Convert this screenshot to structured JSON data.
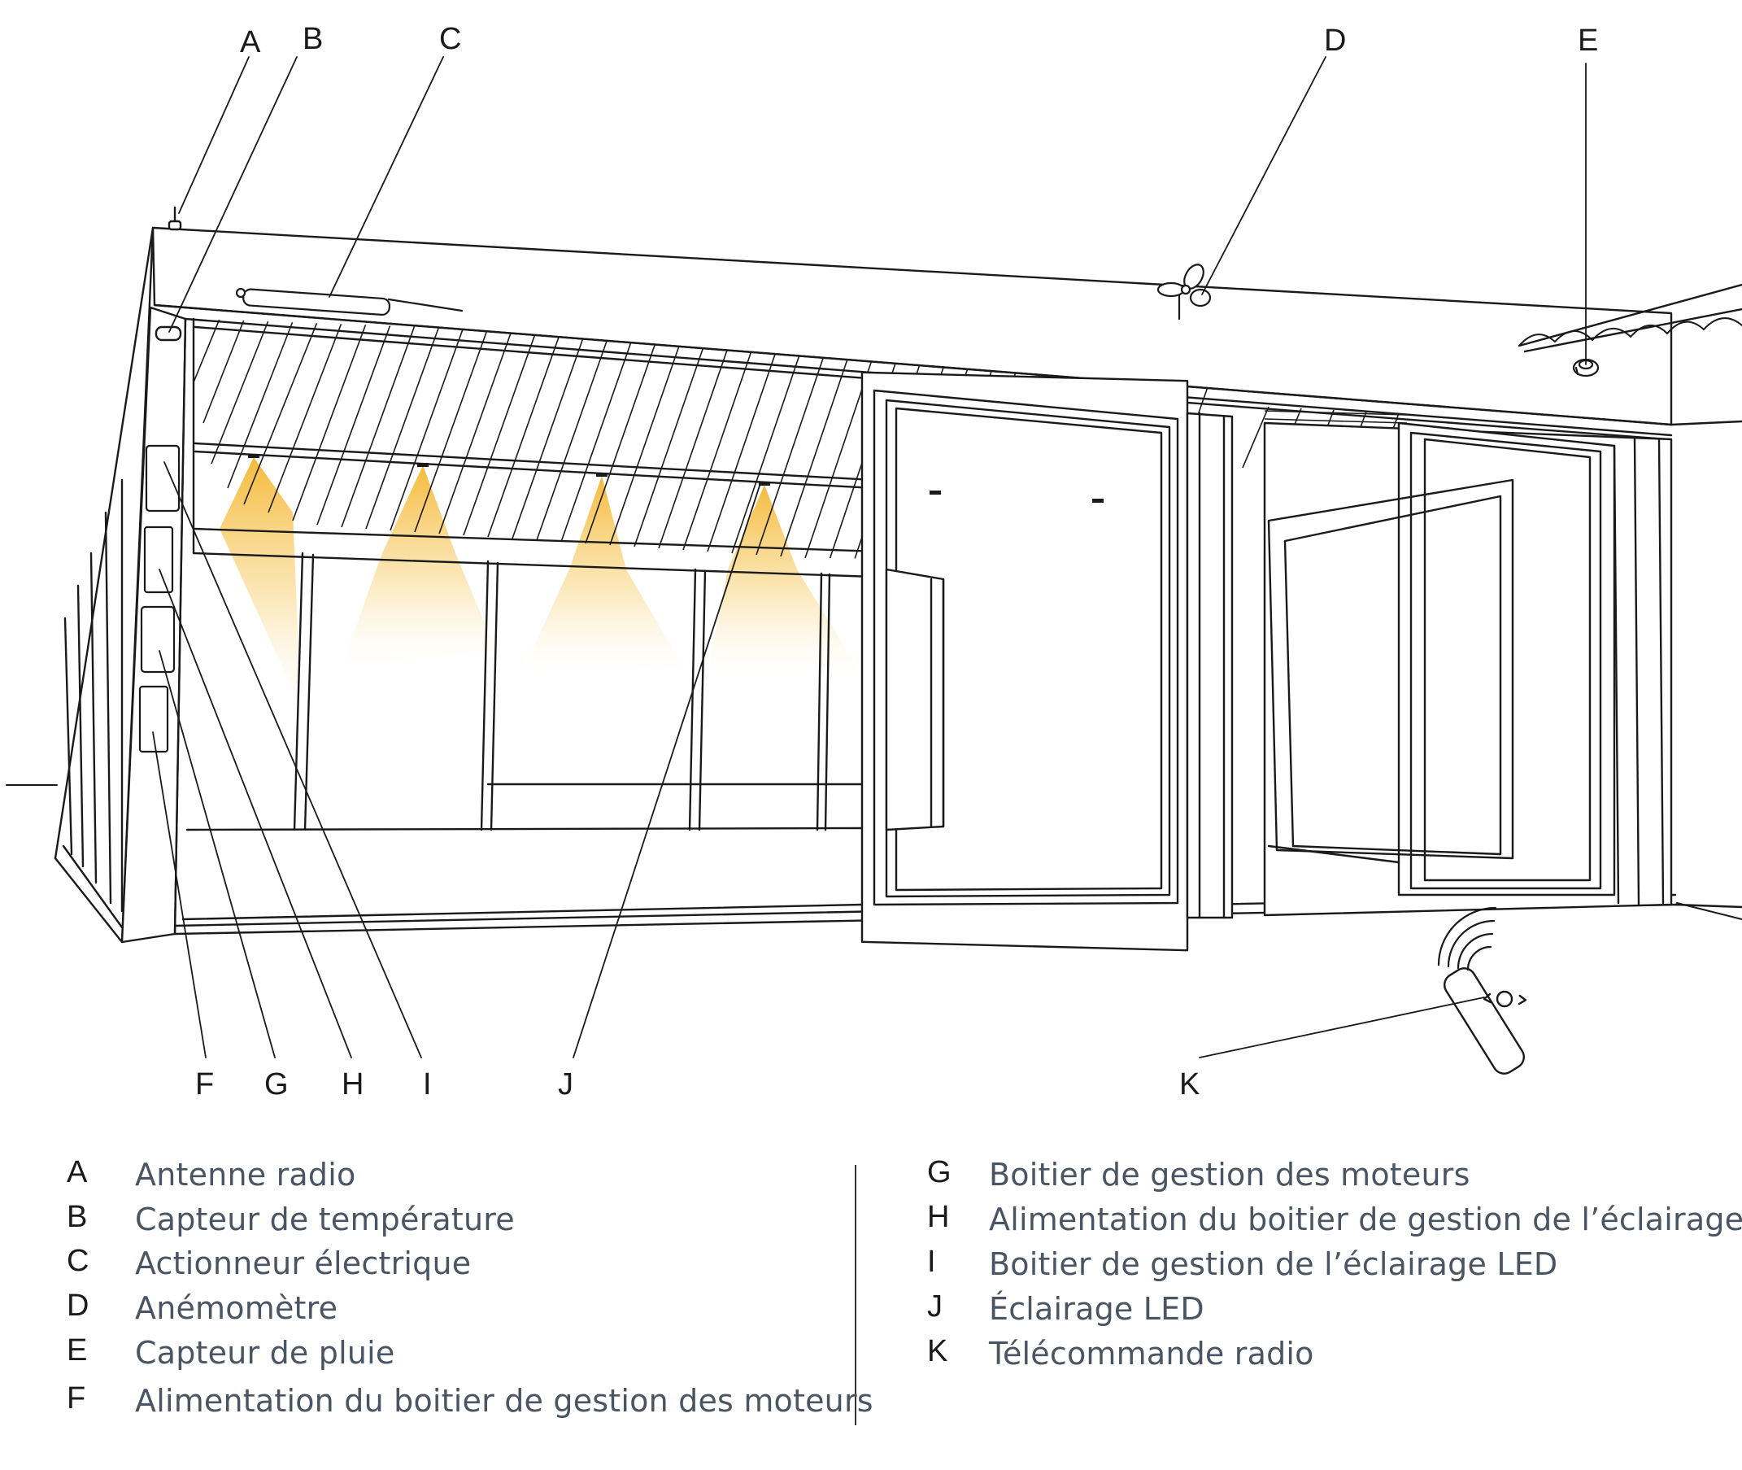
{
  "callouts": [
    "A",
    "B",
    "C",
    "D",
    "E",
    "F",
    "G",
    "H",
    "I",
    "J",
    "K"
  ],
  "legend": {
    "left": [
      {
        "letter": "A",
        "text": "Antenne radio"
      },
      {
        "letter": "B",
        "text": "Capteur de température"
      },
      {
        "letter": "C",
        "text": "Actionneur électrique"
      },
      {
        "letter": "D",
        "text": "Anémomètre"
      },
      {
        "letter": "E",
        "text": "Capteur de pluie"
      },
      {
        "letter": "F",
        "text": "Alimentation du boitier de gestion des moteurs"
      }
    ],
    "right": [
      {
        "letter": "G",
        "text": "Boitier de gestion des moteurs"
      },
      {
        "letter": "H",
        "text": "Alimentation du boitier de gestion de l’éclairage"
      },
      {
        "letter": "I",
        "text": "Boitier de gestion de l’éclairage LED"
      },
      {
        "letter": "J",
        "text": "Éclairage LED"
      },
      {
        "letter": "K",
        "text": "Télécommande radio"
      }
    ]
  },
  "colors": {
    "line": "#1a1a1a",
    "legend_text": "#4a5563",
    "led_light": "#f5c04a"
  },
  "icons": [
    "antenna-icon",
    "temperature-sensor-icon",
    "actuator-icon",
    "anemometer-icon",
    "rain-sensor-icon",
    "remote-control-icon",
    "radio-waves-icon"
  ]
}
